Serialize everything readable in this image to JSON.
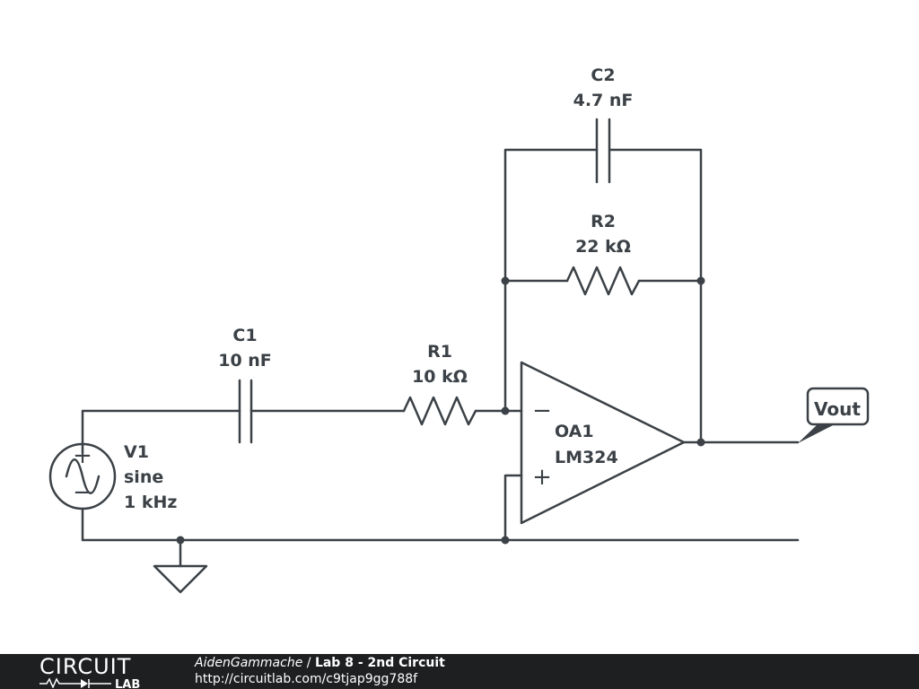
{
  "schematic": {
    "components": {
      "v1": {
        "name": "V1",
        "type": "sine",
        "freq": "1 kHz"
      },
      "c1": {
        "name": "C1",
        "value": "10 nF"
      },
      "r1": {
        "name": "R1",
        "value": "10 kΩ"
      },
      "r2": {
        "name": "R2",
        "value": "22 kΩ"
      },
      "c2": {
        "name": "C2",
        "value": "4.7 nF"
      },
      "oa1": {
        "name": "OA1",
        "part": "LM324",
        "minus": "−",
        "plus": "+"
      }
    },
    "net_label": "Vout",
    "source_signs": {
      "plus": "+",
      "minus": "−"
    }
  },
  "footer": {
    "logo_word": "CIRCUIT",
    "logo_sub": "LAB",
    "author": "AidenGammache",
    "separator": " / ",
    "title": "Lab 8 - 2nd Circuit",
    "url": "http://circuitlab.com/c9tjap9gg788f"
  },
  "colors": {
    "ink": "#3b4146",
    "footer_bg": "#1d1f21",
    "footer_text": "#ffffff"
  }
}
